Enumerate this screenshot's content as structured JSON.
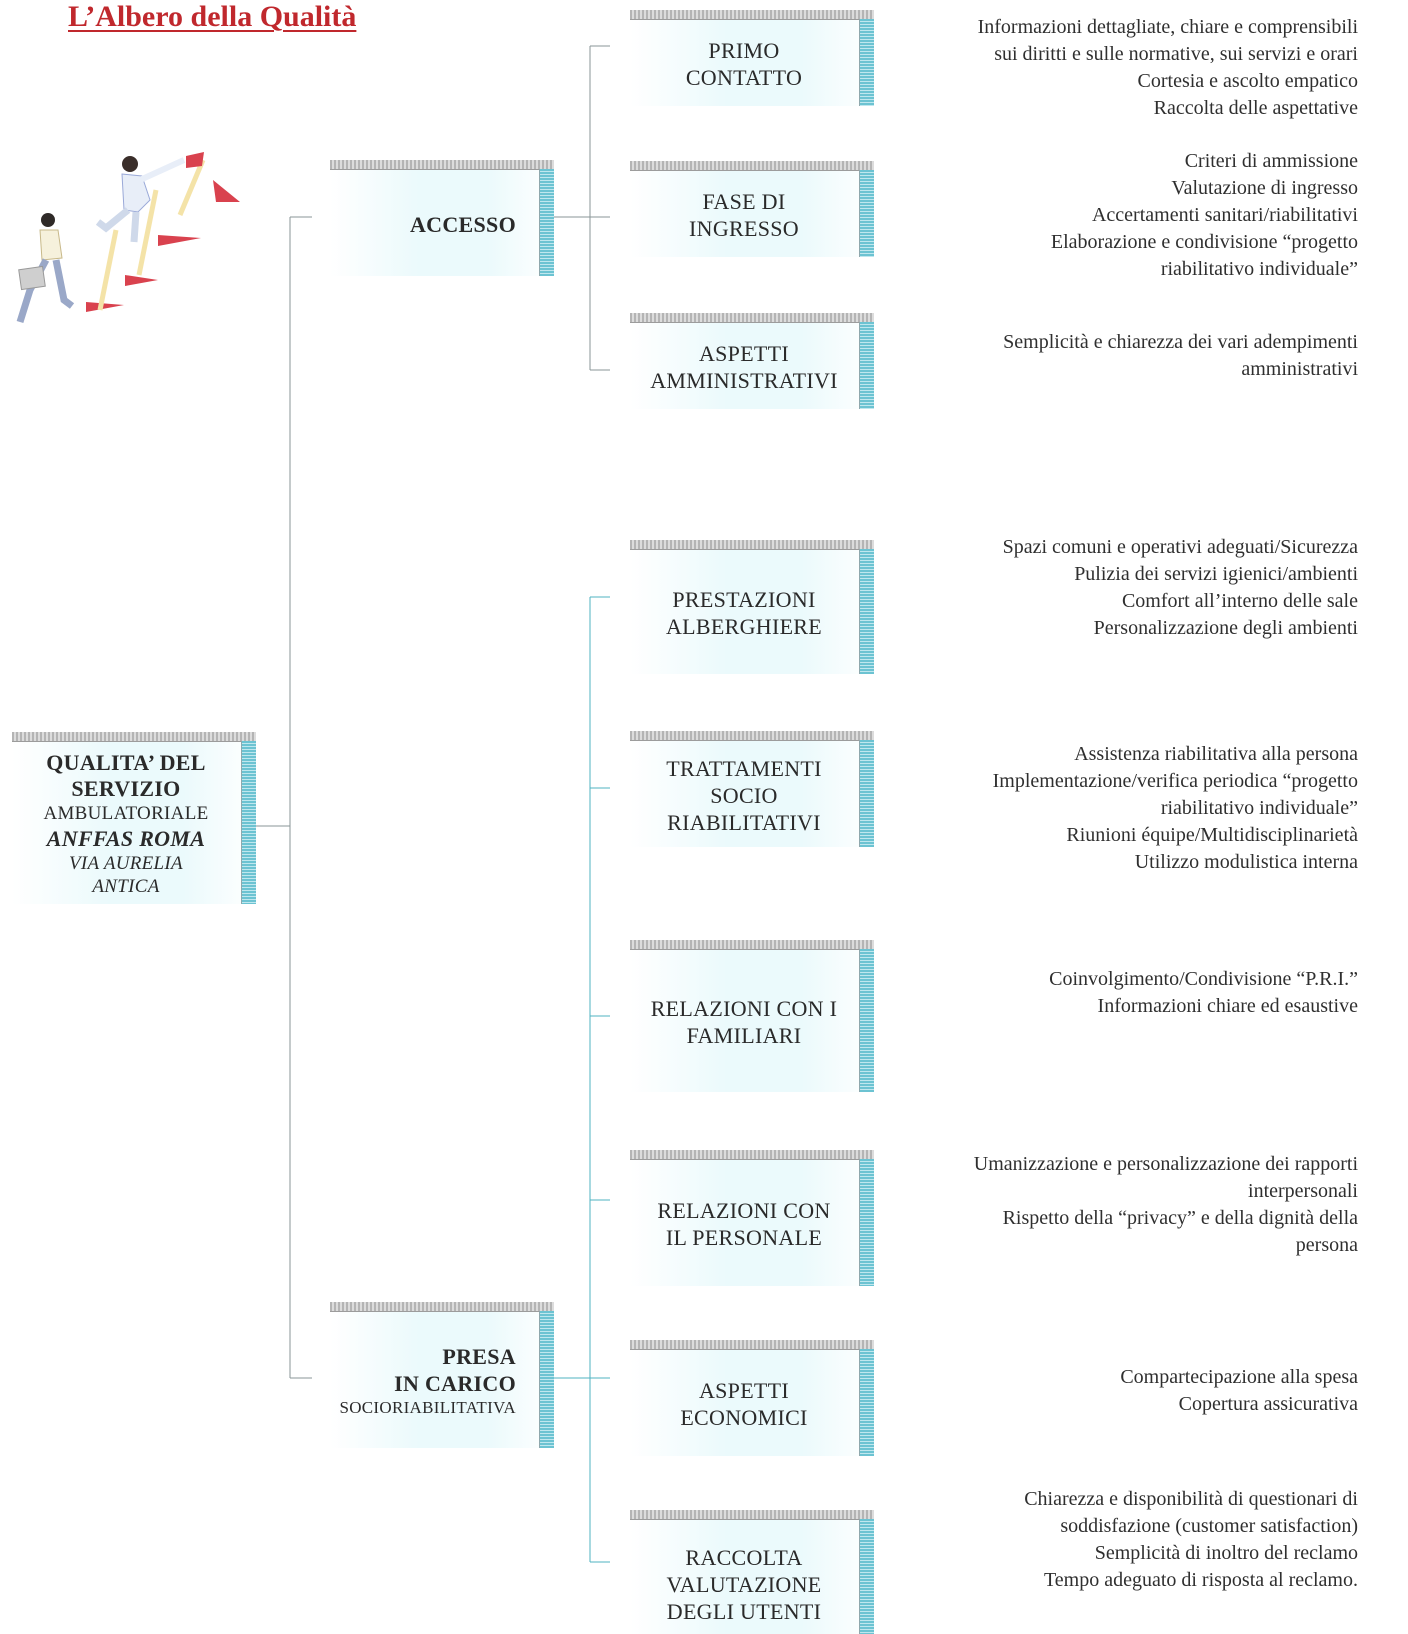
{
  "title": "L’Albero della Qualità",
  "root": {
    "line1": "QUALITA’ DEL",
    "line2": "SERVIZIO",
    "line3": "AMBULATORIALE",
    "line4": "ANFFAS ROMA",
    "line5": "VIA AURELIA",
    "line6": "ANTICA"
  },
  "level1": [
    {
      "label": "ACCESSO"
    },
    {
      "label1": "PRESA",
      "label2": "IN CARICO",
      "sublabel": "SOCIORIABILITATIVA"
    }
  ],
  "level2": [
    {
      "lines": [
        "PRIMO",
        "CONTATTO"
      ],
      "items": [
        "Informazioni dettagliate, chiare e comprensibili",
        "sui diritti e sulle normative, sui servizi e orari",
        "Cortesia e ascolto empatico",
        "Raccolta delle aspettative"
      ]
    },
    {
      "lines": [
        "FASE DI",
        "INGRESSO"
      ],
      "items": [
        "Criteri di ammissione",
        "Valutazione di ingresso",
        "Accertamenti sanitari/riabilitativi",
        "Elaborazione e condivisione “progetto",
        "riabilitativo individuale”"
      ]
    },
    {
      "lines": [
        "ASPETTI",
        "AMMINISTRATIVI"
      ],
      "items": [
        "Semplicità e chiarezza dei vari adempimenti",
        "amministrativi"
      ]
    },
    {
      "lines": [
        "PRESTAZIONI",
        "ALBERGHIERE"
      ],
      "items": [
        "Spazi comuni e operativi adeguati/Sicurezza",
        "Pulizia dei servizi igienici/ambienti",
        "Comfort all’interno delle sale",
        "Personalizzazione degli ambienti"
      ]
    },
    {
      "lines": [
        "TRATTAMENTI",
        "SOCIO",
        "RIABILITATIVI"
      ],
      "items": [
        "Assistenza riabilitativa alla persona",
        "Implementazione/verifica periodica “progetto",
        "riabilitativo individuale”",
        "Riunioni équipe/Multidisciplinarietà",
        "Utilizzo modulistica interna"
      ]
    },
    {
      "lines": [
        "RELAZIONI CON I",
        "FAMILIARI"
      ],
      "items": [
        "Coinvolgimento/Condivisione “P.R.I.”",
        "Informazioni chiare ed esaustive"
      ]
    },
    {
      "lines": [
        "RELAZIONI CON",
        "IL PERSONALE"
      ],
      "items": [
        "Umanizzazione e personalizzazione dei rapporti",
        "interpersonali",
        "Rispetto della “privacy” e della dignità della",
        "persona"
      ]
    },
    {
      "lines": [
        "ASPETTI",
        "ECONOMICI"
      ],
      "items": [
        "Compartecipazione alla spesa",
        "Copertura assicurativa"
      ]
    },
    {
      "lines": [
        "RACCOLTA",
        "VALUTAZIONE",
        "DEGLI UTENTI"
      ],
      "items": [
        "Chiarezza e disponibilità di questionari di",
        "soddisfazione (customer satisfaction)",
        "Semplicità di inoltro del reclamo",
        "Tempo adeguato di risposta al reclamo."
      ]
    }
  ]
}
